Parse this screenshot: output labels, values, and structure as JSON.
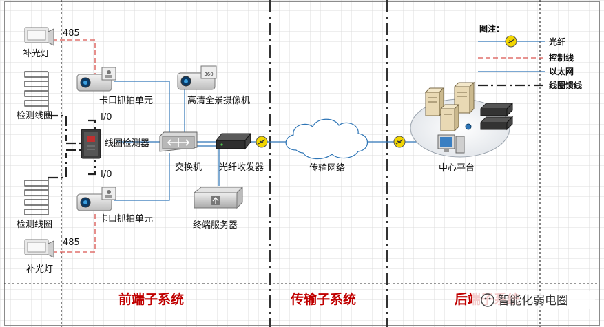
{
  "labels": {
    "lamp_top": "补光灯",
    "lamp_bottom": "补光灯",
    "num_485_top": "485",
    "num_485_bottom": "485",
    "coil_top": "检测线圈",
    "coil_bottom": "检测线圈",
    "io_top": "I/0",
    "io_bottom": "I/0",
    "kakou_top": "卡口抓拍单元",
    "kakou_bottom": "卡口抓拍单元",
    "coil_detector": "线圈检测器",
    "panorama_camera": "高清全景摄像机",
    "camera_badge": "360",
    "switch": "交换机",
    "fiber_transceiver": "光纤收发器",
    "terminal_server": "终端服务器",
    "network": "传输网络",
    "center": "中心平台"
  },
  "sections": {
    "front": "前端子系统",
    "transmission": "传输子系统",
    "backend": "后端子系统"
  },
  "legend": {
    "title": "图注：",
    "items": [
      {
        "label": "光纤",
        "style": "fiber"
      },
      {
        "label": "控制线",
        "style": "control"
      },
      {
        "label": "以太网",
        "style": "ethernet"
      },
      {
        "label": "线圈馈线",
        "style": "coil"
      }
    ]
  },
  "watermark": "智能化弱电圈",
  "colors": {
    "control_line": "#d9534f",
    "ethernet": "#2e75b6",
    "fiber_line": "#2e75b6",
    "section_title": "#c00000",
    "grid": "#d9d9d9",
    "fiber_badge": "#f2d600"
  }
}
